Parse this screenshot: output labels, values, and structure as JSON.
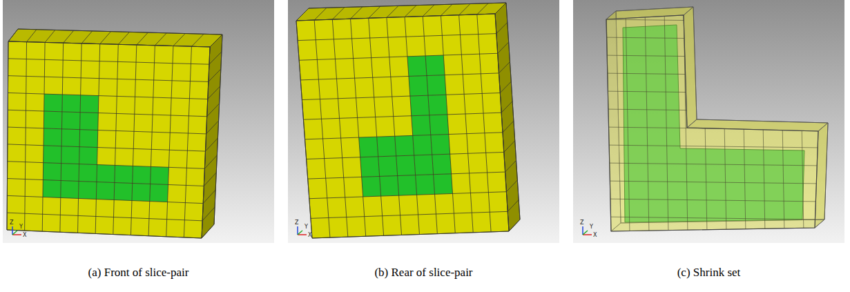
{
  "diagram": {
    "labels": [
      "Z",
      "Y",
      "X",
      "Z",
      "Y",
      "X",
      "Z",
      "Y",
      "X",
      "(a) Front of slice-pair",
      "(b) Rear of slice-pair",
      "(c) Shrink set"
    ]
  }
}
